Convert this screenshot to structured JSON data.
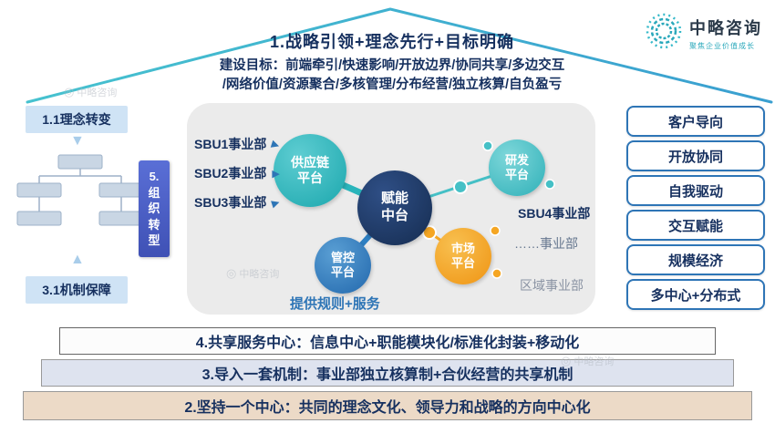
{
  "logo": {
    "name": "中略咨询",
    "tagline": "聚焦企业价值成长"
  },
  "roof": {
    "title": "1.战略引领+理念先行+目标明确",
    "goal_line1": "建设目标：前端牵引/快速影响/开放边界/协同共享/多边交互",
    "goal_line2": "/网络价值/资源聚合/多核管理/分布经营/独立核算/自负盈亏"
  },
  "left": {
    "concept_box": "1.1理念转变",
    "mechanism_box": "3.1机制保障",
    "transform_box": "5.组织转型"
  },
  "center": {
    "sbu1": "SBU1事业部",
    "sbu2": "SBU2事业部",
    "sbu3": "SBU3事业部",
    "supply_platform": "供应链\n平台",
    "rnd_platform": "研发\n平台",
    "empower_center": "赋能\n中台",
    "control_platform": "管控\n平台",
    "market_platform": "市场\n平台",
    "sbu4": "SBU4事业部",
    "dots_division": "……事业部",
    "regional_division": "区域事业部",
    "rule_service": "提供规则+服务"
  },
  "features": [
    "客户导向",
    "开放协同",
    "自我驱动",
    "交互赋能",
    "规模经济",
    "多中心+分布式"
  ],
  "bottom_bars": [
    "4.共享服务中心：信息中心+职能模块化/标准化封装+移动化",
    "3.导入一套机制：事业部独立核算制+合伙经营的共享机制",
    "2.坚持一个中心：共同的理念文化、领导力和战略的方向中心化"
  ],
  "icons": {
    "down_arrow": "▼",
    "up_arrow": "▲",
    "sbu_arrow": "▶",
    "logo_mark": "◎"
  },
  "watermark": "中略咨询",
  "colors": {
    "navy": "#16305f",
    "teal": "#2ab5bb",
    "blue": "#2e75b6",
    "orange": "#f5a623",
    "indigo": "#4a5dc8"
  }
}
